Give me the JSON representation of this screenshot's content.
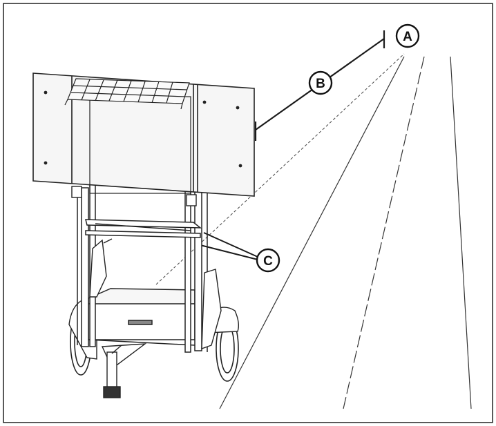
{
  "callouts": {
    "a": "A",
    "b": "B",
    "c": "C"
  },
  "colors": {
    "line": "#1a1a1a",
    "frame": "#222222",
    "background": "#ffffff",
    "panel_fill": "#f4f4f4"
  }
}
